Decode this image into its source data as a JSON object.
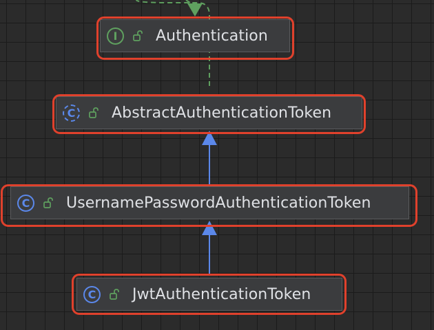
{
  "diagram": {
    "nodes": [
      {
        "id": "authentication",
        "label": "Authentication",
        "kind": "interface",
        "kind_glyph": "I",
        "access_icon": "unlocked-lock-icon"
      },
      {
        "id": "abstract-authentication-token",
        "label": "AbstractAuthenticationToken",
        "kind": "abstract-class",
        "kind_glyph": "C",
        "access_icon": "unlocked-lock-icon"
      },
      {
        "id": "username-password-authentication-token",
        "label": "UsernamePasswordAuthenticationToken",
        "kind": "class",
        "kind_glyph": "C",
        "access_icon": "unlocked-lock-icon"
      },
      {
        "id": "jwt-authentication-token",
        "label": "JwtAuthenticationToken",
        "kind": "class",
        "kind_glyph": "C",
        "access_icon": "unlocked-lock-icon"
      }
    ],
    "edges": [
      {
        "from": "abstract-authentication-token",
        "to": "authentication",
        "relation": "implements",
        "style": "dashed",
        "color": "#5fa05f"
      },
      {
        "from": "username-password-authentication-token",
        "to": "abstract-authentication-token",
        "relation": "extends",
        "style": "solid",
        "color": "#5b88ea"
      },
      {
        "from": "jwt-authentication-token",
        "to": "username-password-authentication-token",
        "relation": "extends",
        "style": "solid",
        "color": "#5b88ea"
      }
    ],
    "colors": {
      "background": "#2b2b2b",
      "node_fill": "#3b3c3e",
      "interface_icon": "#5fa05f",
      "class_icon": "#5b88ea",
      "highlight": "#e0412c",
      "text": "#dfe1e5"
    }
  }
}
